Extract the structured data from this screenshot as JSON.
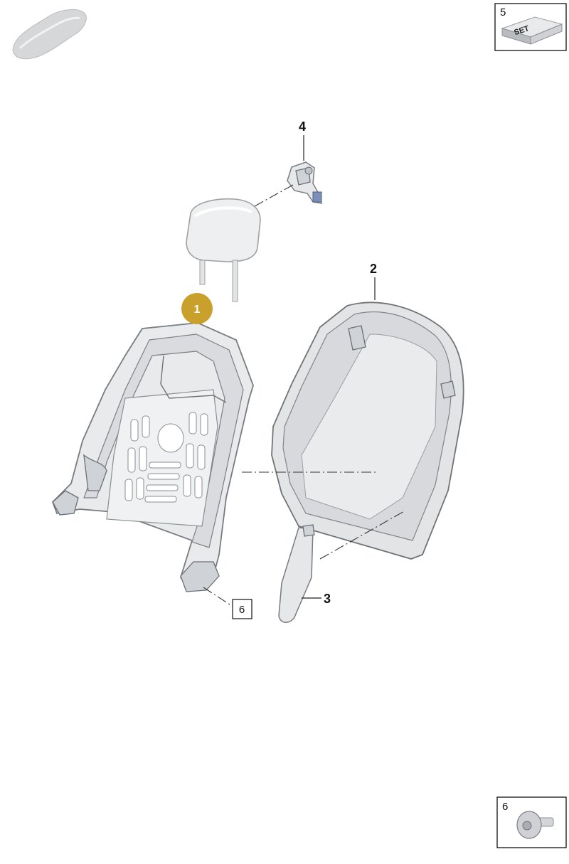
{
  "callouts": {
    "part1": "1",
    "part2": "2",
    "part3": "3",
    "part4": "4"
  },
  "boxed_refs": {
    "ref6_small": "6",
    "ref5_set": "5",
    "ref6_bolt": "6"
  },
  "set_label": "SET",
  "colors": {
    "highlight_badge": "#c9a02c",
    "part_light": "#e7e8ea",
    "part_outline": "#7a7f85",
    "line": "#222222"
  },
  "icons": [
    "car-silhouette-icon",
    "set-block-icon",
    "bolt-icon"
  ]
}
